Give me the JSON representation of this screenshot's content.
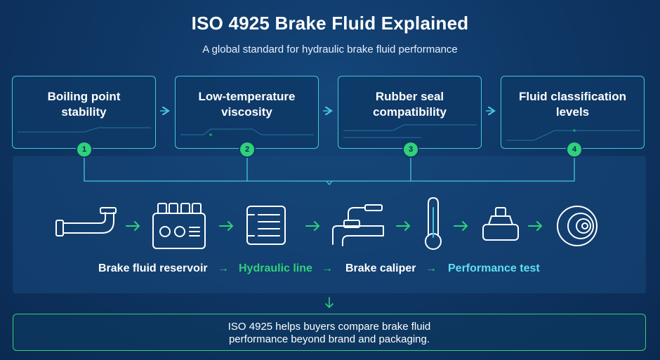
{
  "header": {
    "title": "ISO 4925 Brake Fluid Explained",
    "subtitle": "A global standard for hydraulic brake fluid performance"
  },
  "cards": [
    {
      "label_line1": "Boiling point",
      "label_line2": "stability",
      "badge": "1"
    },
    {
      "label_line1": "Low-temperature",
      "label_line2": "viscosity",
      "badge": "2"
    },
    {
      "label_line1": "Rubber seal",
      "label_line2": "compatibility",
      "badge": "3"
    },
    {
      "label_line1": "Fluid classification",
      "label_line2": "levels",
      "badge": "4"
    }
  ],
  "icons": [
    "pipe-icon",
    "reservoir-icon",
    "filter-icon",
    "valve-icon",
    "thermometer-icon",
    "sensor-icon",
    "brake-disc-icon"
  ],
  "flow": {
    "step1": "Brake fluid reservoir",
    "step2": "Hydraulic line",
    "step3": "Brake caliper",
    "step4": "Performance test",
    "arrow": "→"
  },
  "summary": {
    "line1": "ISO 4925 helps buyers compare brake fluid",
    "line2": "performance beyond brand and packaging."
  },
  "colors": {
    "background": "#0f3766",
    "card_border": "#46c6d8",
    "accent_green": "#2fd17a",
    "accent_cyan": "#5fe0f0",
    "text": "#ffffff"
  }
}
